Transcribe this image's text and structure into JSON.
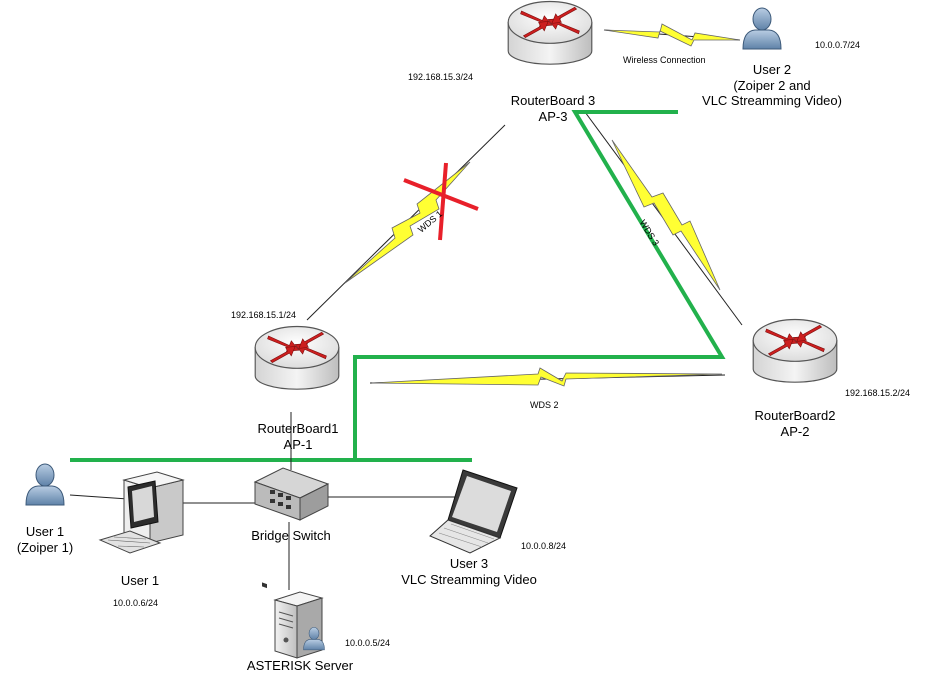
{
  "devices": {
    "routerboard3": {
      "name": "RouterBoard 3",
      "ap": "AP-3",
      "ip": "192.168.15.3/24"
    },
    "routerboard1": {
      "name": "RouterBoard1",
      "ap": "AP-1",
      "ip": "192.168.15.1/24"
    },
    "routerboard2": {
      "name": "RouterBoard2",
      "ap": "AP-2",
      "ip": "192.168.15.2/24"
    },
    "user2": {
      "name": "User 2",
      "line2": "(Zoiper 2 and",
      "line3": "VLC Streamming Video)",
      "ip": "10.0.0.7/24"
    },
    "user1_person": {
      "name": "User 1",
      "line2": "(Zoiper 1)"
    },
    "user1_pc": {
      "name": "User 1",
      "ip": "10.0.0.6/24"
    },
    "bridge_switch": {
      "name": "Bridge Switch"
    },
    "user3": {
      "name": "User 3",
      "line2": "VLC Streamming Video",
      "ip": "10.0.0.8/24"
    },
    "asterisk": {
      "name": "ASTERISK Server",
      "ip": "10.0.0.5/24"
    }
  },
  "links": {
    "wireless_connection": "Wireless Connection",
    "wds1": "WDS 1",
    "wds2": "WDS 2",
    "wds3": "WDS 3"
  },
  "colors": {
    "lan_line": "#22b14c",
    "wireless_bolt": "#ffff33",
    "broken_link_x": "#e8202a",
    "router_arrows": "#cc1f1f"
  }
}
